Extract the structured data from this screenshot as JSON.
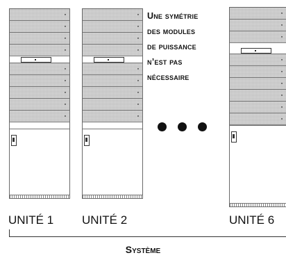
{
  "note": {
    "lines": [
      "Une symétrie",
      "des modules",
      "de puissance",
      "n’est pas",
      "nécessaire"
    ]
  },
  "units": [
    {
      "label": "UNITÉ 1"
    },
    {
      "label": "UNITÉ 2"
    },
    {
      "label": "UNITÉ 6"
    }
  ],
  "system": {
    "label": "Système"
  },
  "icons": {
    "ellipsis": "ellipsis-dots-icon"
  },
  "colors": {
    "module": "#c9c9c9",
    "outline": "#6a6a6a",
    "text": "#111111"
  }
}
